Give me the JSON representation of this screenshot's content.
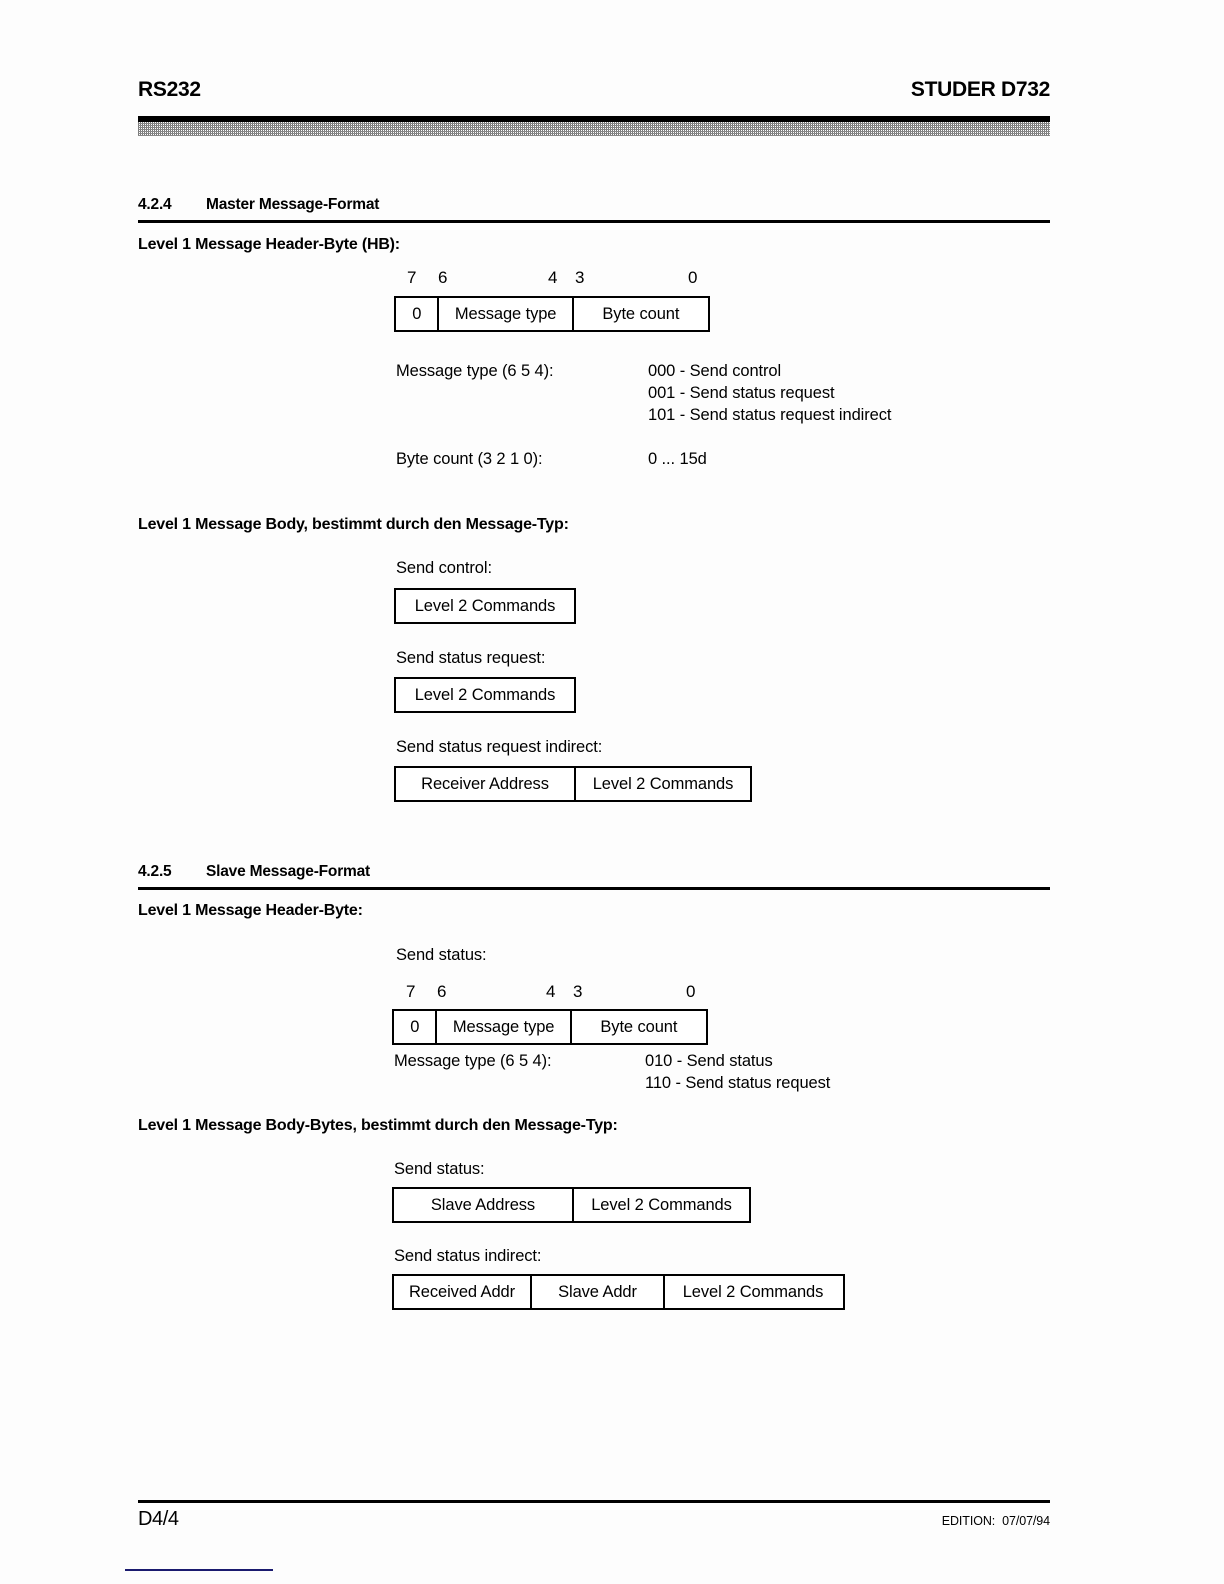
{
  "header": {
    "left_title": "RS232",
    "right_title": "STUDER D732"
  },
  "sections": [
    {
      "number": "4.2.4",
      "title": "Master Message-Format",
      "sub_head": "Level 1 Message Header-Byte (HB):",
      "bit_ruler": [
        "7",
        "6",
        "4",
        "3",
        "0"
      ],
      "byte_box": [
        "0",
        "Message type",
        "Byte count"
      ],
      "fields": [
        {
          "label": "Message type (6 5 4):",
          "values": [
            "000 - Send control",
            "001 - Send status request",
            "101 - Send status request indirect"
          ]
        },
        {
          "label": "Byte count (3 2 1 0):",
          "values": [
            "0 ... 15d"
          ]
        }
      ],
      "body_head": "Level 1 Message Body, bestimmt durch den Message-Typ:",
      "body_blocks": [
        {
          "caption": "Send control:",
          "cells": [
            "Level 2 Commands"
          ]
        },
        {
          "caption": "Send status request:",
          "cells": [
            "Level 2 Commands"
          ]
        },
        {
          "caption": "Send status request indirect:",
          "cells": [
            "Receiver Address",
            "Level 2 Commands"
          ]
        }
      ]
    },
    {
      "number": "4.2.5",
      "title": "Slave Message-Format",
      "sub_head": "Level 1 Message Header-Byte:",
      "header_caption": "Send status:",
      "bit_ruler": [
        "7",
        "6",
        "4",
        "3",
        "0"
      ],
      "byte_box": [
        "0",
        "Message type",
        "Byte count"
      ],
      "fields": [
        {
          "label": "Message type (6 5 4):",
          "values": [
            "010 - Send status",
            "110 - Send status request"
          ]
        }
      ],
      "body_head": "Level 1 Message Body-Bytes, bestimmt durch den Message-Typ:",
      "body_blocks": [
        {
          "caption": "Send status:",
          "cells": [
            "Slave Address",
            "Level 2 Commands"
          ]
        },
        {
          "caption": "Send status indirect:",
          "cells": [
            "Received Addr",
            "Slave Addr",
            "Level 2 Commands"
          ]
        }
      ]
    }
  ],
  "footer": {
    "page_number": "D4/4",
    "edition_label": "EDITION:",
    "edition_date": "07/07/94"
  }
}
